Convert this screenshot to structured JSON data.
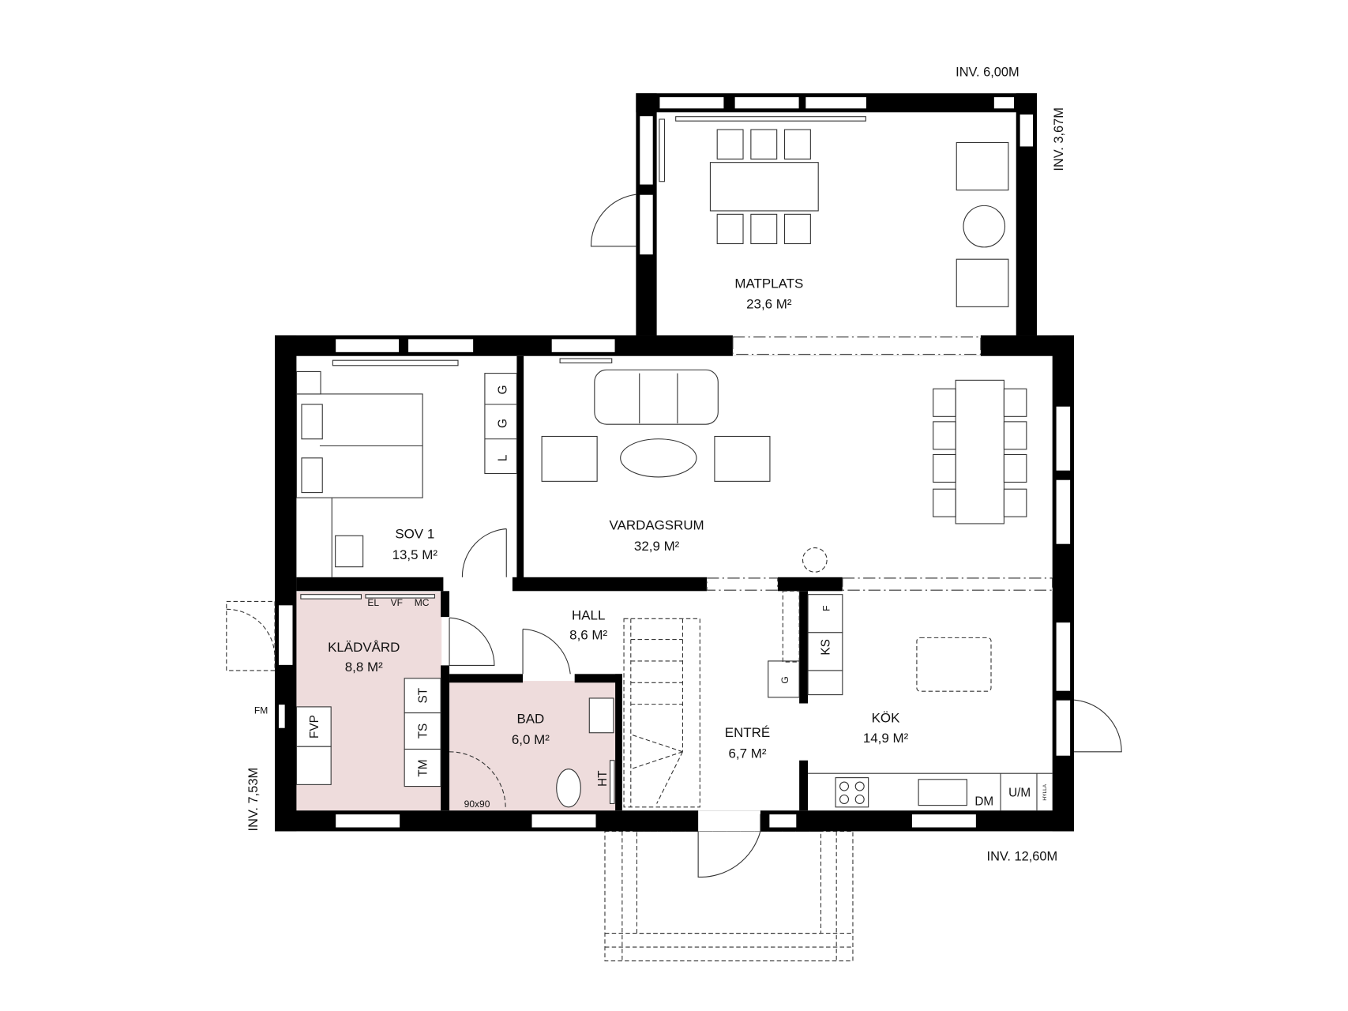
{
  "rooms": {
    "matplats": {
      "name": "MATPLATS",
      "area": "23,6 M²"
    },
    "sov1": {
      "name": "SOV 1",
      "area": "13,5 M²"
    },
    "vardagsrum": {
      "name": "VARDAGSRUM",
      "area": "32,9 M²"
    },
    "hall": {
      "name": "HALL",
      "area": "8,6 M²"
    },
    "kladvard": {
      "name": "KLÄDVÅRD",
      "area": "8,8 M²"
    },
    "bad": {
      "name": "BAD",
      "area": "6,0 M²"
    },
    "entre": {
      "name": "ENTRÉ",
      "area": "6,7 M²"
    },
    "kok": {
      "name": "KÖK",
      "area": "14,9 M²"
    }
  },
  "dimensions": {
    "top": "INV. 6,00M",
    "right_upper": "INV. 3,67M",
    "left": "INV. 7,53M",
    "bottom": "INV. 12,60M"
  },
  "fixtures": {
    "el": "EL",
    "vf": "VF",
    "mc": "MC",
    "wardrobe_1": "G",
    "wardrobe_2": "G",
    "wardrobe_3": "L",
    "st": "ST",
    "ts": "TS",
    "tm": "TM",
    "fvp": "FVP",
    "fm": "FM",
    "shower": "90x90",
    "ht": "HT",
    "entre_g": "G",
    "f": "F",
    "ks": "KS",
    "dm": "DM",
    "um": "U/M",
    "hylla": "HYLLA"
  },
  "colors": {
    "wet_room_fill": "#eedcdc",
    "wall": "#000000"
  }
}
